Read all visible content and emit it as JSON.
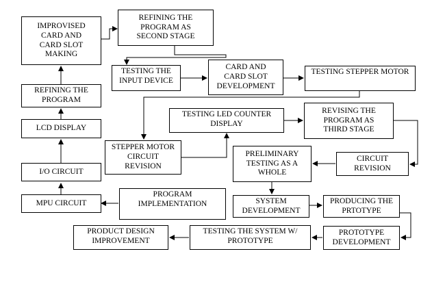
{
  "nodes": {
    "mpu_circuit": "MPU CIRCUIT",
    "io_circuit": "I/O CIRCUIT",
    "lcd_display": "LCD DISPLAY",
    "refining_program": "REFINING THE\nPROGRAM",
    "improvised_card": "IMPROVISED\nCARD AND\nCARD SLOT\nMAKING",
    "refining_second": "REFINING THE\nPROGRAM AS\nSECOND STAGE",
    "testing_input": "TESTING THE\nINPUT DEVICE",
    "card_slot_dev": "CARD AND\nCARD SLOT\nDEVELOPMENT",
    "testing_stepper": "TESTING STEPPER MOTOR",
    "stepper_revision": "STEPPER MOTOR\nCIRCUIT\nREVISION",
    "testing_led": "TESTING LED COUNTER\nDISPLAY",
    "revising_third": "REVISING THE\nPROGRAM AS\nTHIRD STAGE",
    "circuit_revision": "CIRCUIT\nREVISION",
    "preliminary_testing": "PRELIMINARY\nTESTING AS A\nWHOLE",
    "system_dev": "SYSTEM\nDEVELOPMENT",
    "producing_prototype": "PRODUCING THE\nPRTOTYPE",
    "prototype_dev": "PROTOTYPE\nDEVELOPMENT",
    "testing_system": "TESTING THE SYSTEM W/\nPROTOTYPE",
    "product_design": "PRODUCT DESIGN\nIMPROVEMENT",
    "program_impl": "PROGRAM\nIMPLEMENTATION"
  }
}
